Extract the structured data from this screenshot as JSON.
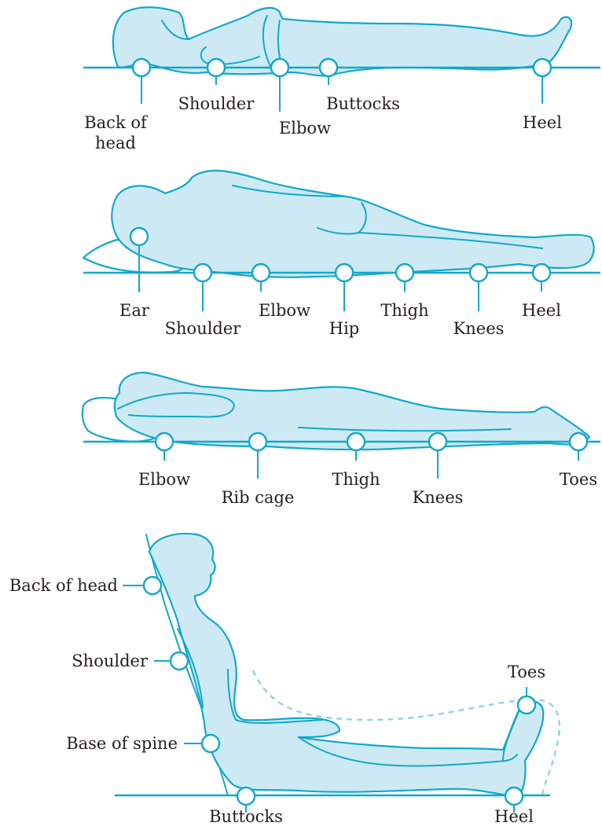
{
  "colors": {
    "outline": "#12a8cc",
    "body": "#cdeaf4",
    "dashed": "#8fd3e6",
    "text": "#231f20"
  },
  "supine": {
    "back_of_head_1": "Back of",
    "back_of_head_2": "head",
    "shoulder": "Shoulder",
    "elbow": "Elbow",
    "buttocks": "Buttocks",
    "heel": "Heel"
  },
  "lateral": {
    "ear": "Ear",
    "shoulder": "Shoulder",
    "elbow": "Elbow",
    "hip": "Hip",
    "thigh": "Thigh",
    "knees": "Knees",
    "heel": "Heel"
  },
  "prone": {
    "elbow": "Elbow",
    "rib_cage": "Rib cage",
    "thigh": "Thigh",
    "knees": "Knees",
    "toes": "Toes"
  },
  "seated": {
    "back_of_head": "Back of head",
    "shoulder": "Shoulder",
    "base_of_spine": "Base of spine",
    "toes": "Toes",
    "buttocks": "Buttocks",
    "heel": "Heel"
  }
}
